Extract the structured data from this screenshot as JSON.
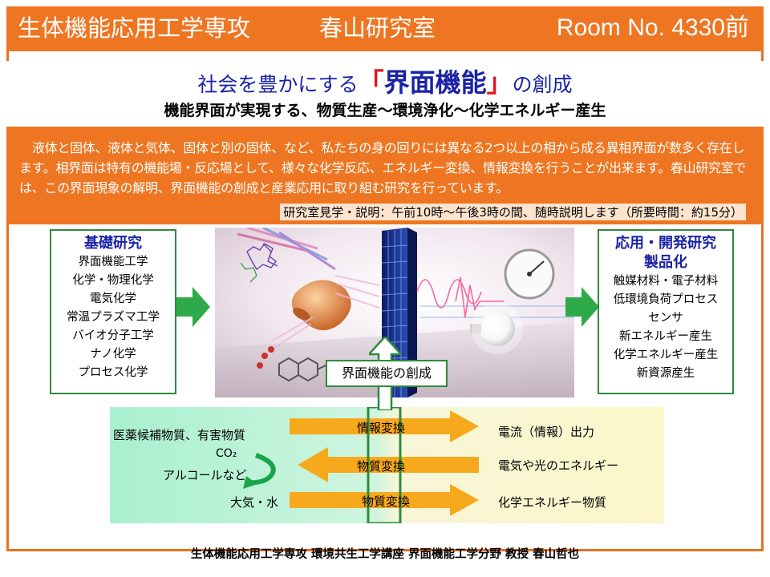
{
  "header": {
    "department": "生体機能応用工学専攻",
    "lab_name": "春山研究室",
    "room": "Room No. 4330前"
  },
  "headline": {
    "lead": "社会を豊かにする",
    "open_quote": "「",
    "keyword": "界面機能",
    "close_quote": "」",
    "tail": "の創成",
    "subtitle": "機能界面が実現する、物質生産～環境浄化～化学エネルギー産生"
  },
  "intro": {
    "text": "液体と固体、液体と気体、固体と別の固体、など、私たちの身の回りには異なる2つ以上の相から成る異相界面が数多く存在します。相界面は特有の機能場・反応場として、様々な化学反応、エネルギー変換、情報変換を行うことが出来ます。春山研究室では、この界面現象の解明、界面機能の創成と産業応用に取り組む研究を行っています。",
    "visit_info": "研究室見学・説明：午前10時～午後3時の間、随時説明します（所要時間：約15分）"
  },
  "basic_research": {
    "title": "基礎研究",
    "items": [
      "界面機能工学",
      "化学・物理化学",
      "電気化学",
      "常温プラズマ工学",
      "バイオ分子工学",
      "ナノ化学",
      "プロセス化学"
    ]
  },
  "applied_research": {
    "title_line1": "応用・開発研究",
    "title_line2": "製品化",
    "items": [
      "触媒材料・電子材料",
      "低環境負荷プロセス",
      "センサ",
      "新エネルギー産生",
      "化学エネルギー産生",
      "新資源産生"
    ]
  },
  "center_label": "界面機能の創成",
  "conversions": {
    "left_inputs": [
      "医薬候補物質、有害物質",
      "CO₂",
      "アルコールなど",
      "大気・水"
    ],
    "arrows": [
      "情報変換",
      "物質変換",
      "物質変換"
    ],
    "right_outputs": [
      "電流（情報）出力",
      "電気や光のエネルギー",
      "化学エネルギー物質"
    ]
  },
  "footer": "生体機能応用工学専攻 環境共生工学講座 界面機能工学分野 教授 春山哲也",
  "colors": {
    "brand_orange": "#ee7622",
    "headline_blue": "#1a22a6",
    "accent_red": "#e0141d",
    "green": "#2e8b3a",
    "arrow_orange": "#f5a623"
  }
}
